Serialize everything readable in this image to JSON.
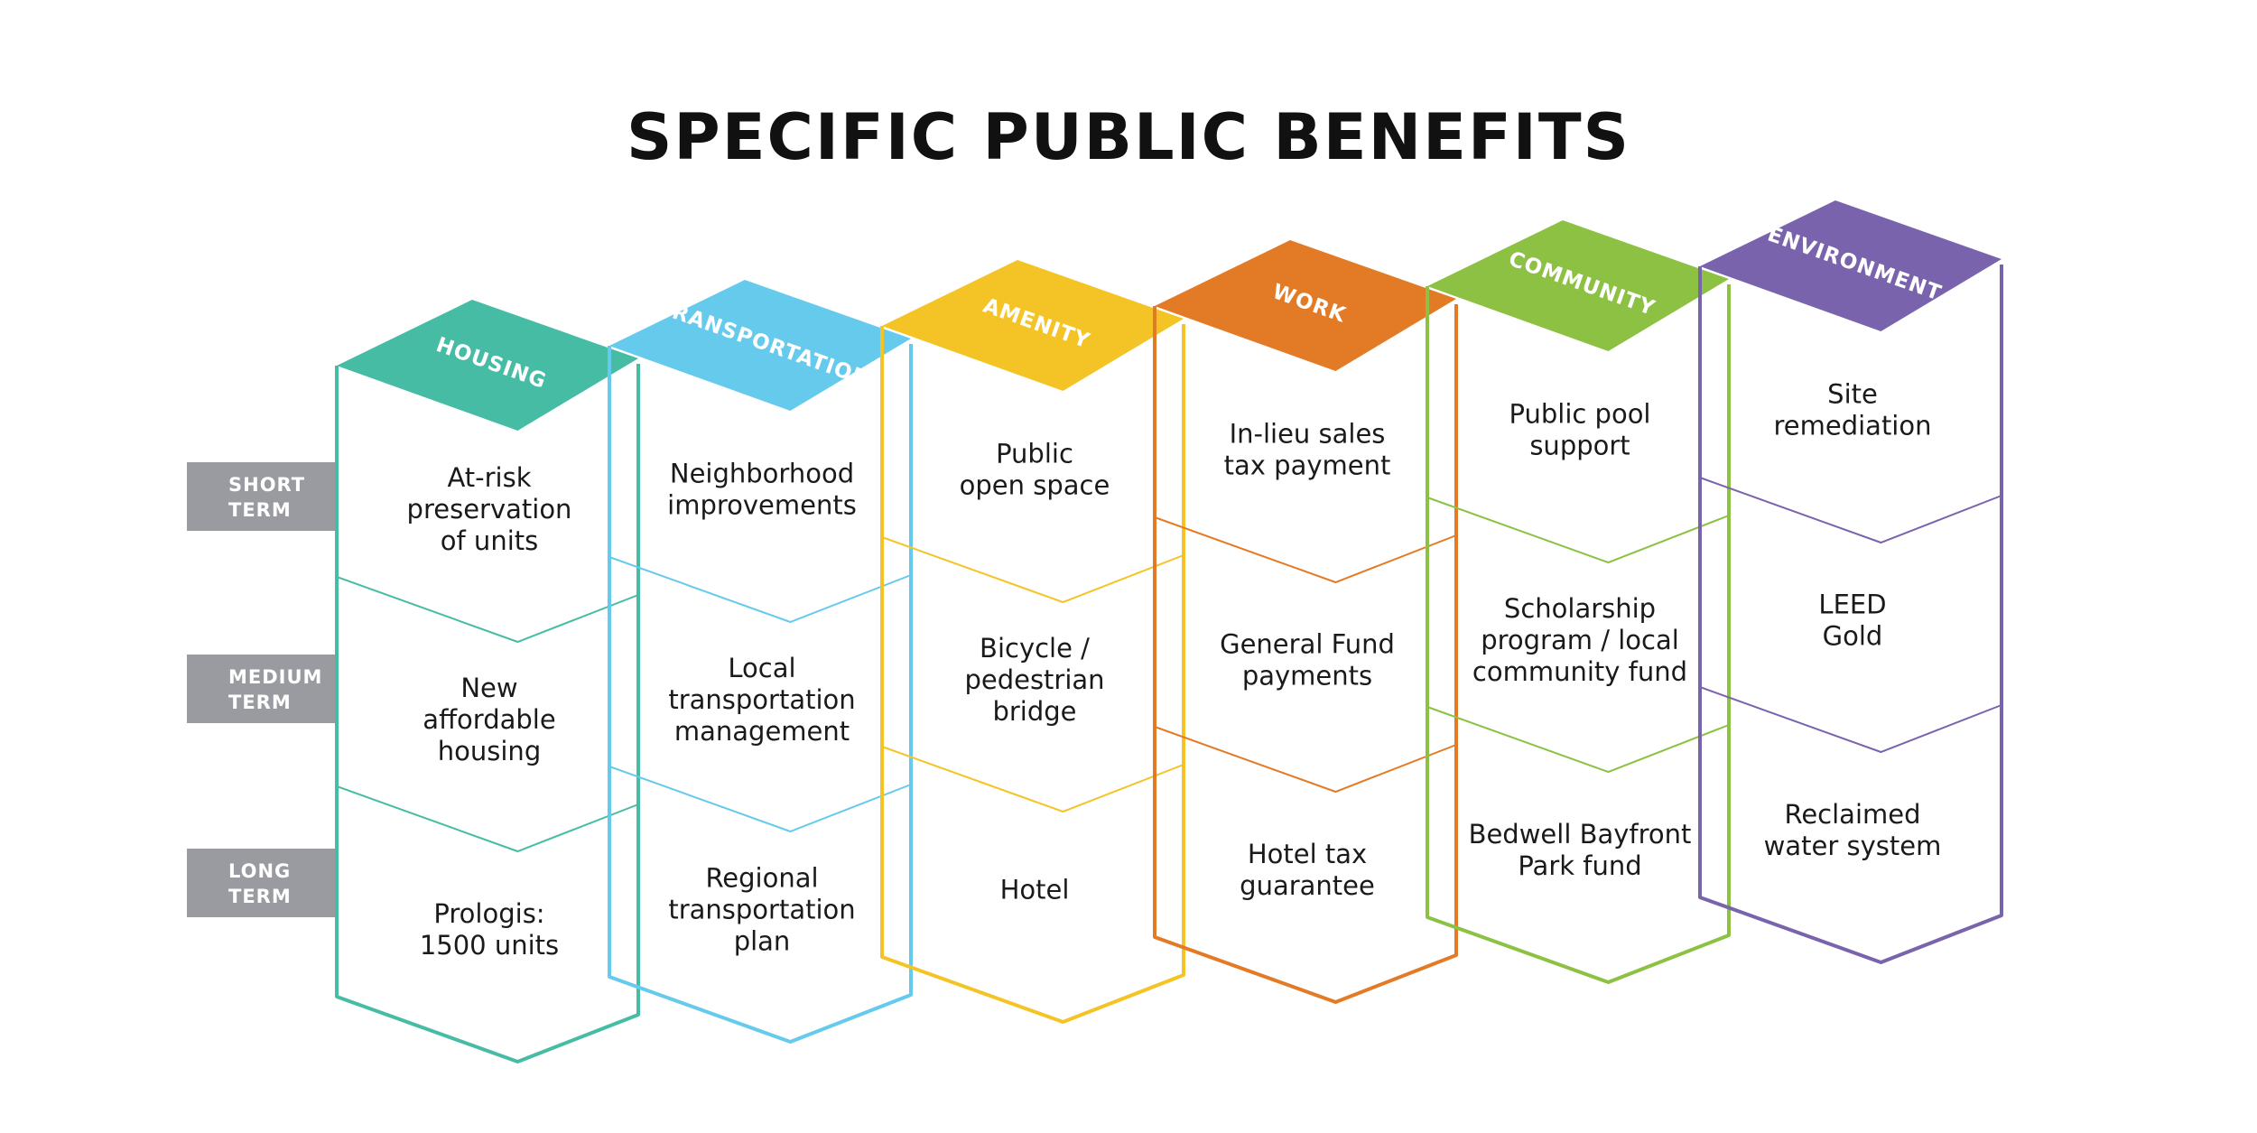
{
  "title": "SPECIFIC PUBLIC BENEFITS",
  "terms": [
    {
      "lines": [
        "SHORT",
        "TERM"
      ]
    },
    {
      "lines": [
        "MEDIUM",
        "TERM"
      ]
    },
    {
      "lines": [
        "LONG",
        "TERM"
      ]
    }
  ],
  "term_color": "#999ba1",
  "columns": [
    {
      "label": "HOUSING",
      "color": "#47bca4",
      "items": [
        {
          "lines": [
            "At-risk",
            "preservation",
            "of units"
          ]
        },
        {
          "lines": [
            "New",
            "affordable",
            "housing"
          ]
        },
        {
          "lines": [
            "Prologis:",
            "1500 units"
          ]
        }
      ]
    },
    {
      "label": "TRANSPORTATION",
      "color": "#66caec",
      "items": [
        {
          "lines": [
            "Neighborhood",
            "improvements"
          ]
        },
        {
          "lines": [
            "Local",
            "transportation",
            "management"
          ]
        },
        {
          "lines": [
            "Regional",
            "transportation",
            "plan"
          ]
        }
      ]
    },
    {
      "label": "AMENITY",
      "color": "#f4c426",
      "items": [
        {
          "lines": [
            "Public",
            "open space"
          ]
        },
        {
          "lines": [
            "Bicycle /",
            "pedestrian",
            "bridge"
          ]
        },
        {
          "lines": [
            "Hotel"
          ]
        }
      ]
    },
    {
      "label": "WORK",
      "color": "#e37b26",
      "items": [
        {
          "lines": [
            "In-lieu sales",
            "tax payment"
          ]
        },
        {
          "lines": [
            "General Fund",
            "payments"
          ]
        },
        {
          "lines": [
            "Hotel tax",
            "guarantee"
          ]
        }
      ]
    },
    {
      "label": "COMMUNITY",
      "color": "#8cc143",
      "items": [
        {
          "lines": [
            "Public pool",
            "support"
          ]
        },
        {
          "lines": [
            "Scholarship",
            "program / local",
            "community fund"
          ]
        },
        {
          "lines": [
            "Bedwell Bayfront",
            "Park fund"
          ]
        }
      ]
    },
    {
      "label": "ENVIRONMENT",
      "color": "#7a63ad",
      "items": [
        {
          "lines": [
            "Site",
            "remediation"
          ]
        },
        {
          "lines": [
            "LEED",
            "Gold"
          ]
        },
        {
          "lines": [
            "Reclaimed",
            "water system"
          ]
        }
      ]
    }
  ]
}
